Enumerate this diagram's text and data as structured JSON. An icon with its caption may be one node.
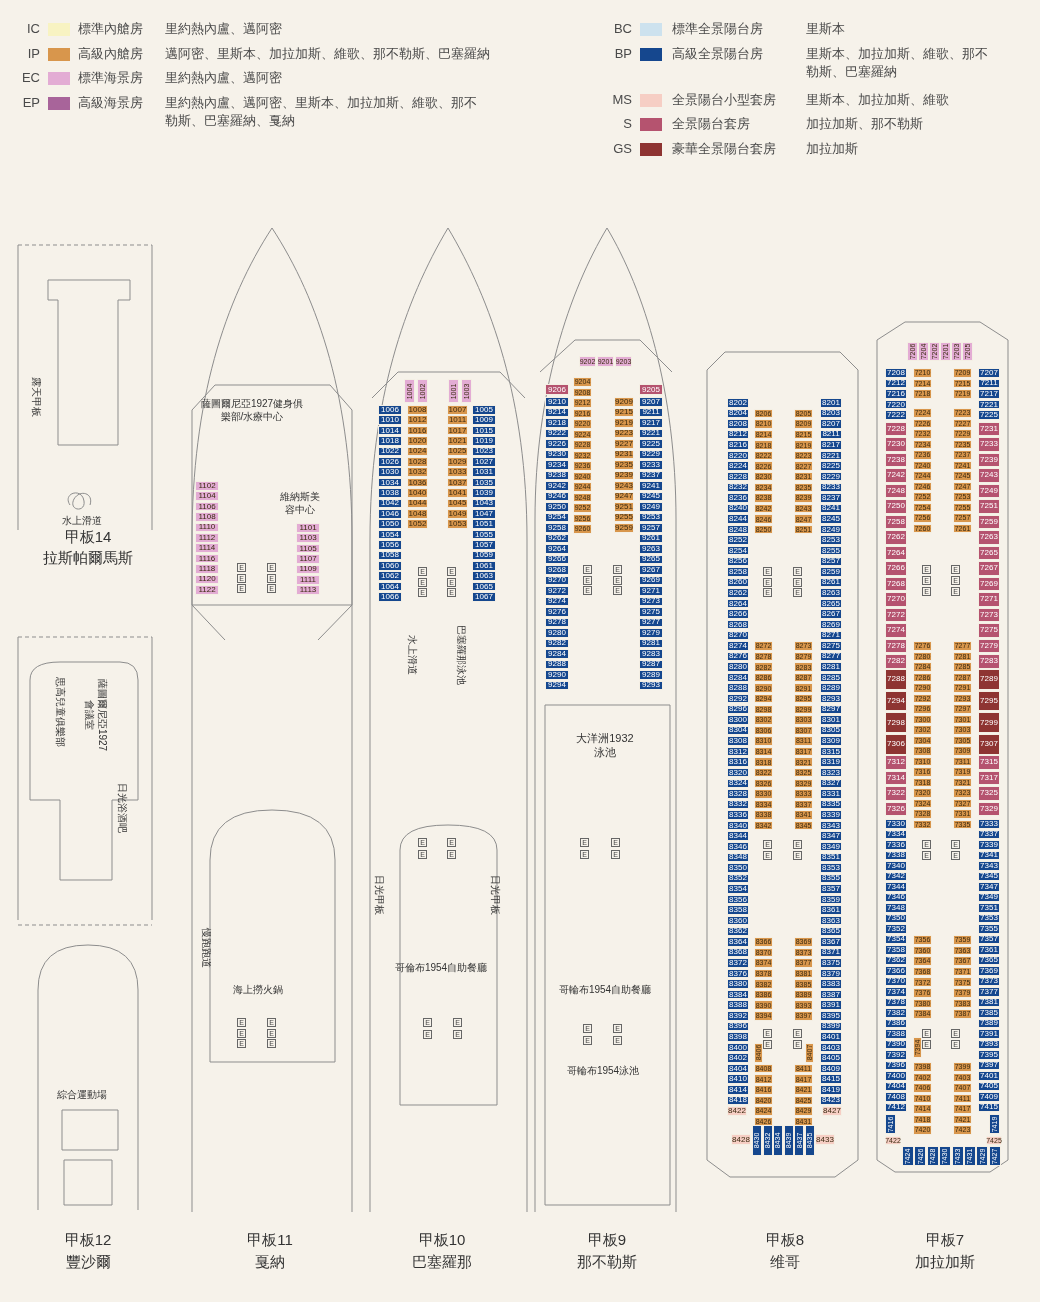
{
  "diagram": {
    "labels": [
      "IC",
      "里約熱內盧、邁阿密",
      "IP",
      "邁阿密、里斯本、加拉加斯、維歌、那不勒斯、巴塞羅納",
      "EC",
      "里約熱內盧、邁阿密",
      "EP",
      "里約熱內盧、邁阿密、里斯本、加拉加斯、維歌、那不勒斯、巴塞羅納、戛納",
      "BC",
      "里斯本",
      "BP",
      "里斯本、加拉加斯、維歌、那不勒斯、巴塞羅納",
      "MS",
      "里斯本、加拉加斯、維歌",
      "S",
      "加拉加斯、那不勒斯",
      "GS",
      "加拉加斯",
      "露天甲板",
      "水上滑道",
      "甲板14",
      "拉斯帕爾馬斯",
      "思高兒童俱樂部",
      "薩圖爾尼亞1927會議室",
      "日光浴酒吧",
      "綜合運動場",
      "甲板12",
      "豐沙爾",
      "薩圖爾尼亞1927健身俱樂部/水療中心",
      "維納斯美容中心",
      "慢跑跑道",
      "海上撈火鍋",
      "甲板11",
      "戛納",
      "巴塞羅那泳池",
      "水上滑道",
      "日光甲板",
      "日光甲板",
      "哥倫布1954自助餐廳",
      "甲板10",
      "巴塞羅那",
      "大洋洲1932泳池",
      "哥輪布1954自助餐廳",
      "哥輪布1954泳池",
      "甲板9",
      "那不勒斯",
      "甲板8",
      "维哥",
      "甲板7",
      "加拉加斯",
      "1102",
      "1104",
      "1106",
      "1108",
      "1110",
      "1112",
      "1114",
      "1116",
      "1118",
      "1120",
      "1122",
      "1101",
      "1103",
      "1105",
      "1107",
      "1109",
      "1111",
      "1113",
      "1004",
      "1002",
      "1001",
      "1003",
      "1006",
      "1010",
      "1014",
      "1018",
      "1022",
      "1026",
      "1030",
      "1034",
      "1038",
      "1042",
      "1046",
      "1050",
      "1054",
      "1056",
      "1058",
      "1060",
      "1062",
      "1064",
      "1066",
      "1008",
      "1012",
      "1016",
      "1020",
      "1024",
      "1028",
      "1032",
      "1036",
      "1040",
      "1044",
      "1048",
      "1052",
      "1007",
      "1011",
      "1017",
      "1021",
      "1025",
      "1029",
      "1033",
      "1037",
      "1041",
      "1045",
      "1049",
      "1053",
      "1005",
      "1009",
      "1015",
      "1019",
      "1023",
      "1027",
      "1031",
      "1035",
      "1039",
      "1043",
      "1047",
      "1051",
      "1055",
      "1057",
      "1059",
      "1061",
      "1063",
      "1065",
      "1067",
      "9202",
      "9201",
      "9203",
      "9206",
      "9205",
      "9204",
      "9208",
      "9212",
      "9216",
      "9220",
      "9224",
      "9228",
      "9232",
      "9236",
      "9240",
      "9244",
      "9248",
      "9252",
      "9256",
      "9260",
      "9210",
      "9214",
      "9218",
      "9222",
      "9226",
      "9230",
      "9234",
      "9238",
      "9242",
      "9246",
      "9250",
      "9254",
      "9258",
      "9262",
      "9264",
      "9266",
      "9268",
      "9270",
      "9272",
      "9274",
      "9276",
      "9278",
      "9280",
      "9282",
      "9284",
      "9288",
      "9290",
      "9294",
      "9209",
      "9215",
      "9219",
      "9223",
      "9227",
      "9231",
      "9235",
      "9239",
      "9243",
      "9247",
      "9251",
      "9255",
      "9259",
      "9207",
      "9211",
      "9217",
      "9221",
      "9225",
      "9229",
      "9233",
      "9237",
      "9241",
      "9245",
      "9249",
      "9253",
      "9257",
      "9261",
      "9263",
      "9265",
      "9267",
      "9269",
      "9271",
      "9273",
      "9275",
      "9277",
      "9279",
      "9281",
      "9283",
      "9287",
      "9289",
      "9293",
      "8202",
      "8204",
      "8208",
      "8212",
      "8216",
      "8220",
      "8224",
      "8228",
      "8232",
      "8236",
      "8240",
      "8244",
      "8248",
      "8252",
      "8254",
      "8256",
      "8258",
      "8260",
      "8262",
      "8264",
      "8266",
      "8268",
      "8270",
      "8274",
      "8276",
      "8280",
      "8284",
      "8288",
      "8292",
      "8296",
      "8300",
      "8304",
      "8308",
      "8312",
      "8316",
      "8320",
      "8324",
      "8328",
      "8332",
      "8336",
      "8340",
      "8344",
      "8346",
      "8348",
      "8350",
      "8352",
      "8354",
      "8356",
      "8358",
      "8360",
      "8362",
      "8364",
      "8368",
      "8372",
      "8376",
      "8380",
      "8384",
      "8388",
      "8392",
      "8396",
      "8398",
      "8400",
      "8402",
      "8404",
      "8410",
      "8414",
      "8418",
      "8206",
      "8210",
      "8214",
      "8218",
      "8222",
      "8226",
      "8230",
      "8234",
      "8238",
      "8242",
      "8246",
      "8250",
      "8272",
      "8278",
      "8282",
      "8286",
      "8290",
      "8294",
      "8298",
      "8302",
      "8306",
      "8310",
      "8314",
      "8318",
      "8322",
      "8326",
      "8330",
      "8334",
      "8338",
      "8342",
      "8366",
      "8370",
      "8374",
      "8378",
      "8382",
      "8386",
      "8390",
      "8394",
      "8406",
      "8408",
      "8412",
      "8416",
      "8420",
      "8424",
      "8426",
      "8205",
      "8209",
      "8215",
      "8219",
      "8223",
      "8227",
      "8231",
      "8235",
      "8239",
      "8243",
      "8247",
      "8251",
      "8273",
      "8279",
      "8283",
      "8287",
      "8291",
      "8295",
      "8299",
      "8303",
      "8307",
      "8311",
      "8317",
      "8321",
      "8325",
      "8329",
      "8333",
      "8337",
      "8341",
      "8345",
      "8369",
      "8373",
      "8377",
      "8381",
      "8385",
      "8389",
      "8393",
      "8397",
      "8407",
      "8411",
      "8417",
      "8421",
      "8425",
      "8429",
      "8431",
      "8201",
      "8203",
      "8207",
      "8211",
      "8217",
      "8221",
      "8225",
      "8229",
      "8233",
      "8237",
      "8241",
      "8245",
      "8249",
      "8253",
      "8255",
      "8257",
      "8259",
      "8261",
      "8263",
      "8265",
      "8267",
      "8269",
      "8271",
      "8275",
      "8277",
      "8281",
      "8285",
      "8289",
      "8293",
      "8297",
      "8301",
      "8305",
      "8309",
      "8315",
      "8319",
      "8323",
      "8327",
      "8331",
      "8335",
      "8339",
      "8343",
      "8347",
      "8349",
      "8351",
      "8353",
      "8355",
      "8357",
      "8359",
      "8361",
      "8363",
      "8365",
      "8367",
      "8371",
      "8375",
      "8379",
      "8383",
      "8387",
      "8391",
      "8395",
      "8399",
      "8401",
      "8403",
      "8405",
      "8409",
      "8415",
      "8419",
      "8423",
      "8422",
      "8427",
      "8428",
      "8433",
      "8430",
      "8432",
      "8434",
      "8439",
      "8437",
      "8435",
      "7206",
      "7204",
      "7202",
      "7201",
      "7203",
      "7205",
      "7208",
      "7212",
      "7216",
      "7220",
      "7222",
      "7228",
      "7230",
      "7238",
      "7242",
      "7248",
      "7250",
      "7258",
      "7262",
      "7264",
      "7266",
      "7268",
      "7270",
      "7272",
      "7274",
      "7278",
      "7282",
      "7288",
      "7294",
      "7298",
      "7306",
      "7312",
      "7314",
      "7322",
      "7326",
      "7330",
      "7334",
      "7336",
      "7338",
      "7340",
      "7342",
      "7344",
      "7346",
      "7348",
      "7350",
      "7352",
      "7354",
      "7358",
      "7362",
      "7366",
      "7370",
      "7374",
      "7378",
      "7382",
      "7386",
      "7388",
      "7390",
      "7392",
      "7396",
      "7400",
      "7404",
      "7408",
      "7412",
      "7210",
      "7214",
      "7218",
      "7224",
      "7226",
      "7232",
      "7234",
      "7236",
      "7240",
      "7244",
      "7246",
      "7252",
      "7254",
      "7256",
      "7260",
      "7276",
      "7280",
      "7284",
      "7286",
      "7290",
      "7292",
      "7296",
      "7300",
      "7302",
      "7304",
      "7308",
      "7310",
      "7316",
      "7318",
      "7320",
      "7324",
      "7328",
      "7332",
      "7356",
      "7360",
      "7364",
      "7368",
      "7372",
      "7376",
      "7380",
      "7384",
      "7394",
      "7398",
      "7402",
      "7406",
      "7410",
      "7414",
      "7418",
      "7420",
      "7209",
      "7215",
      "7219",
      "7223",
      "7227",
      "7229",
      "7235",
      "7237",
      "7241",
      "7245",
      "7247",
      "7253",
      "7255",
      "7257",
      "7261",
      "7277",
      "7281",
      "7285",
      "7287",
      "7291",
      "7293",
      "7297",
      "7301",
      "7303",
      "7305",
      "7309",
      "7311",
      "7319",
      "7321",
      "7323",
      "7327",
      "7331",
      "7335",
      "7359",
      "7363",
      "7367",
      "7371",
      "7375",
      "7379",
      "7383",
      "7387",
      "7399",
      "7403",
      "7407",
      "7411",
      "7417",
      "7421",
      "7423",
      "7207",
      "7211",
      "7217",
      "7221",
      "7225",
      "7231",
      "7233",
      "7239",
      "7243",
      "7249",
      "7251",
      "7259",
      "7263",
      "7265",
      "7267",
      "7269",
      "7271",
      "7273",
      "7275",
      "7279",
      "7283",
      "7289",
      "7295",
      "7299",
      "7307",
      "7315",
      "7317",
      "7325",
      "7329",
      "7333",
      "7337",
      "7339",
      "7341",
      "7343",
      "7345",
      "7347",
      "7349",
      "7351",
      "7353",
      "7355",
      "7357",
      "7361",
      "7365",
      "7369",
      "7373",
      "7377",
      "7381",
      "7385",
      "7389",
      "7391",
      "7393",
      "7395",
      "7397",
      "7401",
      "7405",
      "7409",
      "7415",
      "7416",
      "7419",
      "7422",
      "7425",
      "7424",
      "7426",
      "7428",
      "7430",
      "7433",
      "7431",
      "7429",
      "7427",
      "E",
      "E",
      "E",
      "E",
      "E",
      "E",
      "E",
      "E",
      "E",
      "E",
      "E",
      "E",
      "E",
      "E",
      "E",
      "E",
      "E",
      "E",
      "E",
      "E",
      "E",
      "E",
      "E",
      "E",
      "E",
      "E",
      "E",
      "E",
      "E",
      "E",
      "E",
      "E",
      "E",
      "E",
      "E",
      "E",
      "E",
      "E",
      "E",
      "E",
      "E",
      "E",
      "E",
      "E",
      "E",
      "E",
      "E",
      "E",
      "E",
      "E",
      "E",
      "E",
      "E",
      "E",
      "E",
      "E",
      "E",
      "E",
      "E",
      "E",
      "E",
      "E",
      "E",
      "E",
      "E",
      "E",
      "E",
      "E"
    ],
    "legend": [
      {
        "text": "標準內艙房",
        "color": "#f8f3c2"
      },
      {
        "text": "高級內艙房",
        "color": "#d8964c"
      },
      {
        "text": "標準海景房",
        "color": "#e3acd4"
      },
      {
        "text": "高級海景房",
        "color": "#a8649a"
      },
      {
        "text": "標準全景陽台房",
        "color": "#cde2ee"
      },
      {
        "text": "高級全景陽台房",
        "color": "#15478e"
      },
      {
        "text": "全景陽台小型套房",
        "color": "#f6cec4"
      },
      {
        "text": "全景陽台套房",
        "color": "#b5536f"
      },
      {
        "text": "豪華全景陽台套房",
        "color": "#8e3432"
      }
    ]
  }
}
